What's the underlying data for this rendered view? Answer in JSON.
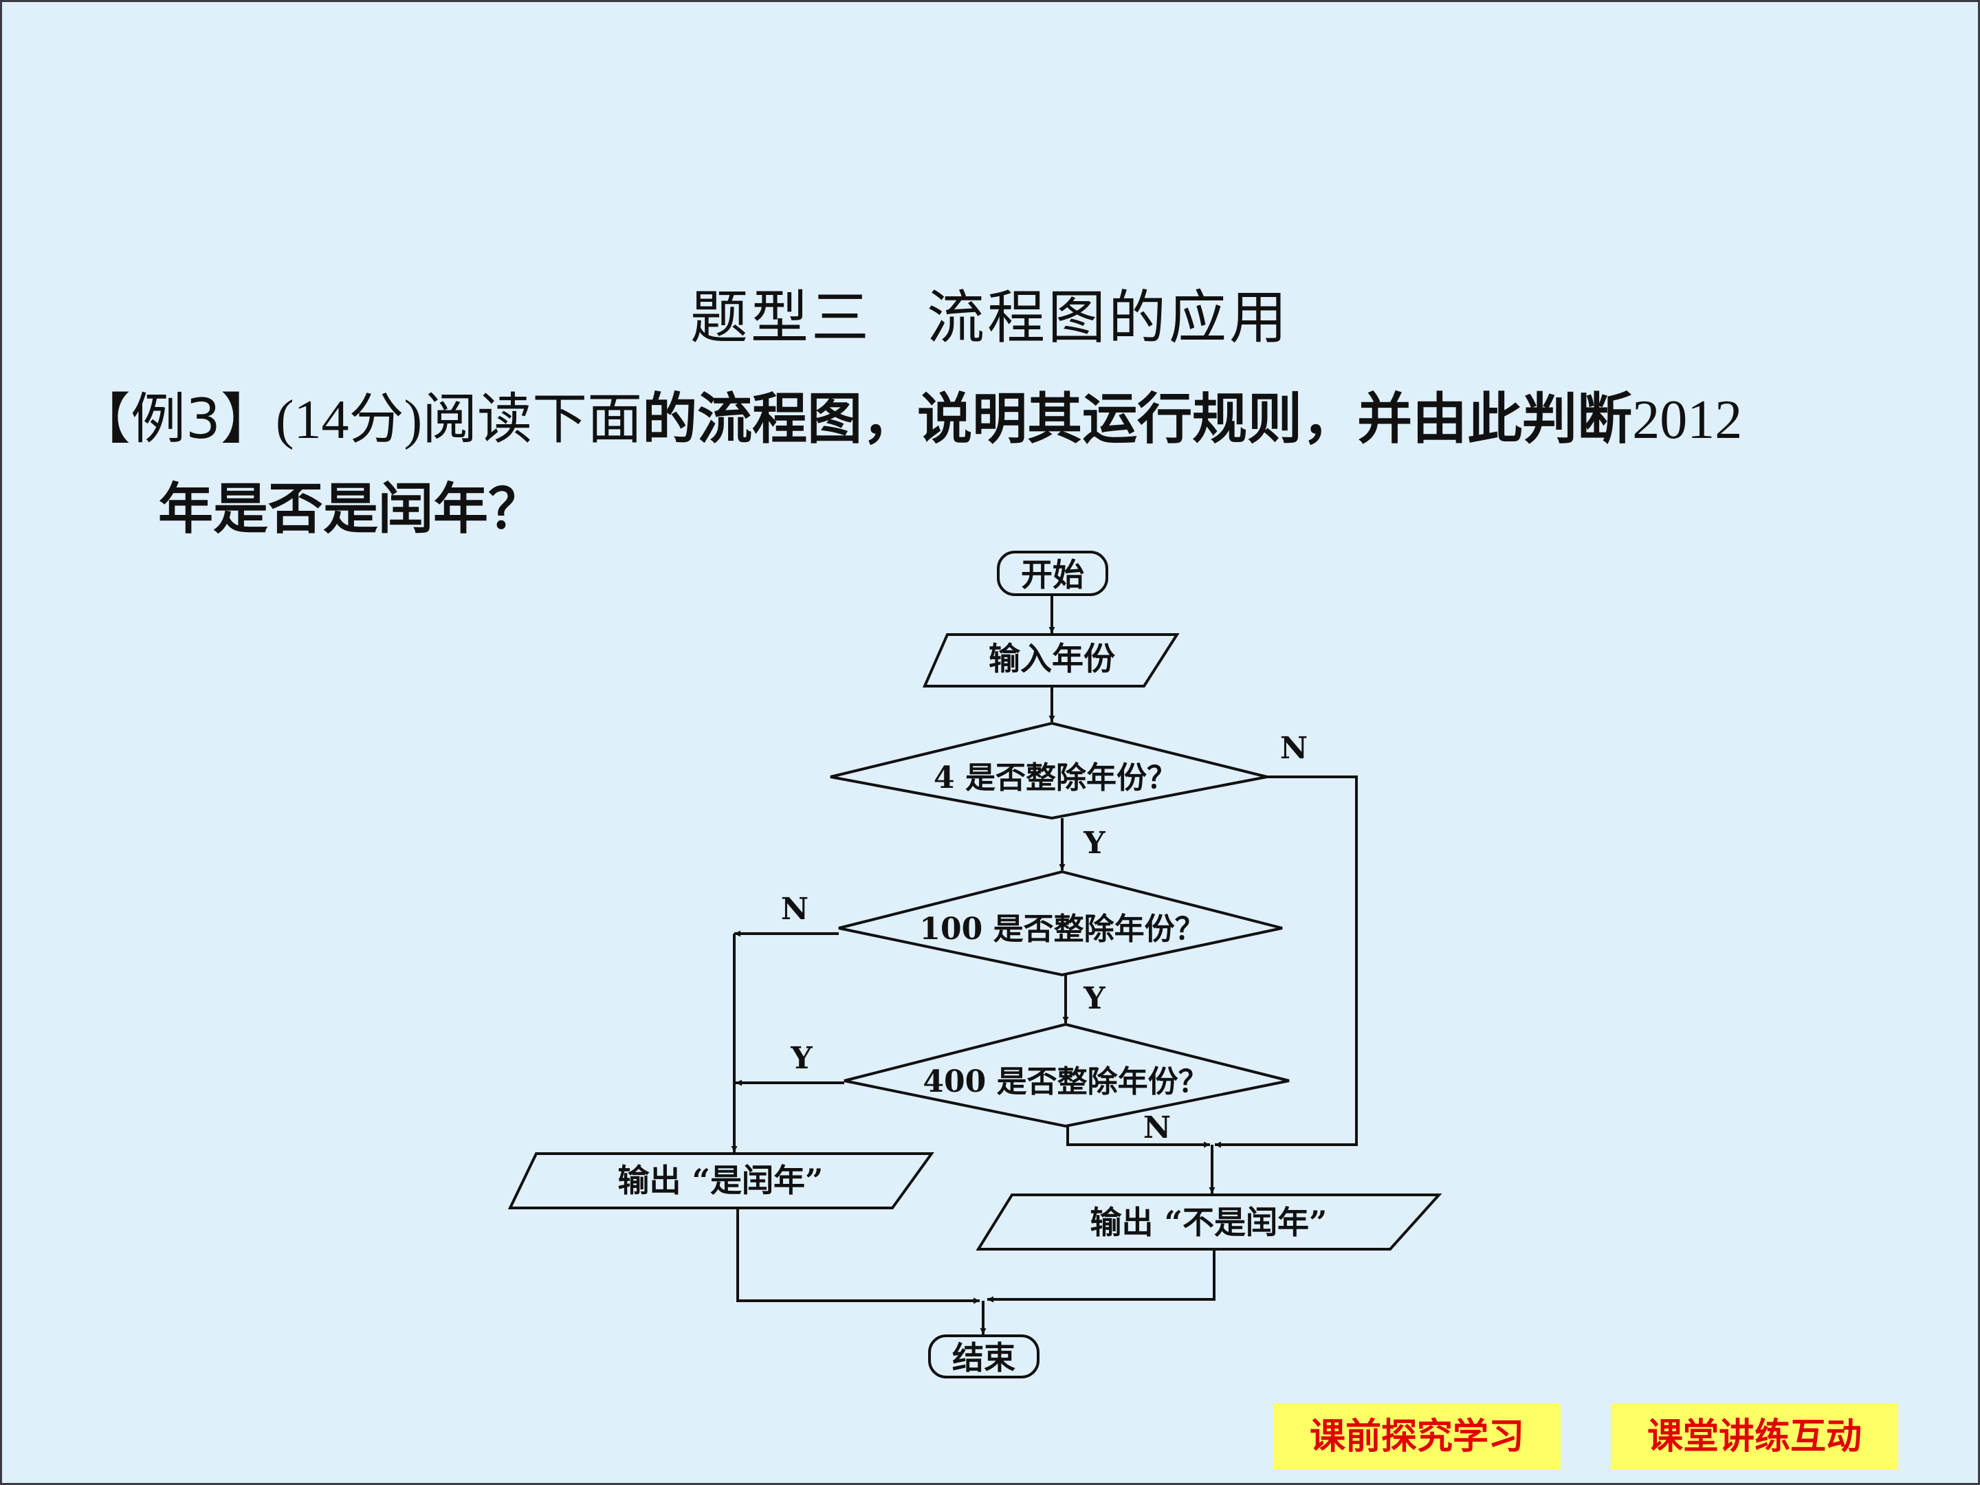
{
  "slide": {
    "title_part1": "题型三",
    "title_part2": "流程图的应用",
    "question": {
      "label": "【例3】",
      "score": "(14分)",
      "text_a": "阅读下面",
      "text_b": "的流程图，说明其运行规则，并由此判断",
      "year": "2012",
      "text_c": "年是否是闰年？"
    }
  },
  "flowchart": {
    "start": "开始",
    "input": "输入年份",
    "decision1": "4 是否整除年份？",
    "decision2": "100 是否整除年份？",
    "decision3": "400 是否整除年份？",
    "output_leap": "输出 “是闰年”",
    "output_not_leap": "输出 “不是闰年”",
    "end": "结束",
    "yes": "Y",
    "no": "N"
  },
  "nav": {
    "pre_class": "课前探究学习",
    "in_class": "课堂讲练互动"
  }
}
